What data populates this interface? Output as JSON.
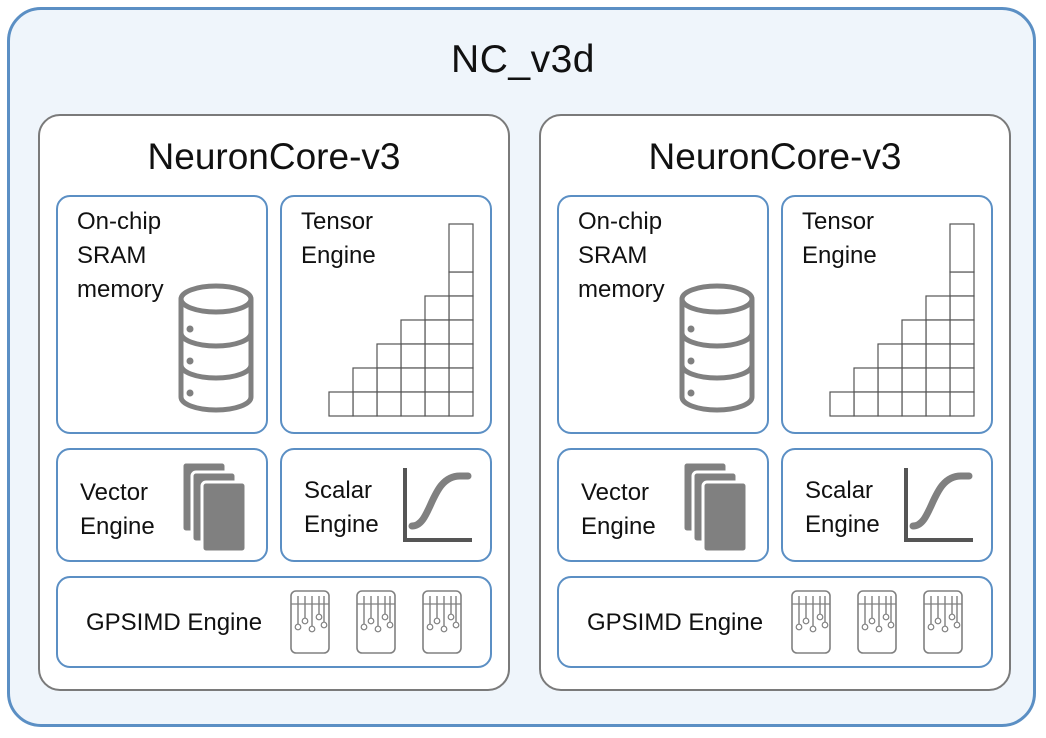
{
  "chip": {
    "title": "NC_v3d"
  },
  "cores": [
    {
      "title": "NeuronCore-v3",
      "sram": {
        "label": "On-chip\nSRAM\nmemory",
        "icon": "database-icon"
      },
      "tensor": {
        "label": "Tensor\nEngine",
        "icon": "systolic-array-icon"
      },
      "vector": {
        "label": "Vector\nEngine",
        "icon": "stacked-cards-icon"
      },
      "scalar": {
        "label": "Scalar\nEngine",
        "icon": "sigmoid-curve-icon"
      },
      "gpsimd": {
        "label": "GPSIMD Engine",
        "icon": "processor-icon"
      }
    },
    {
      "title": "NeuronCore-v3",
      "sram": {
        "label": "On-chip\nSRAM\nmemory",
        "icon": "database-icon"
      },
      "tensor": {
        "label": "Tensor\nEngine",
        "icon": "systolic-array-icon"
      },
      "vector": {
        "label": "Vector\nEngine",
        "icon": "stacked-cards-icon"
      },
      "scalar": {
        "label": "Scalar\nEngine",
        "icon": "sigmoid-curve-icon"
      },
      "gpsimd": {
        "label": "GPSIMD Engine",
        "icon": "processor-icon"
      }
    }
  ],
  "colors": {
    "accent_border": "#5b8fc4",
    "chip_background": "#eff5fb",
    "core_border": "#7a7a7a",
    "icon_gray": "#808080"
  }
}
